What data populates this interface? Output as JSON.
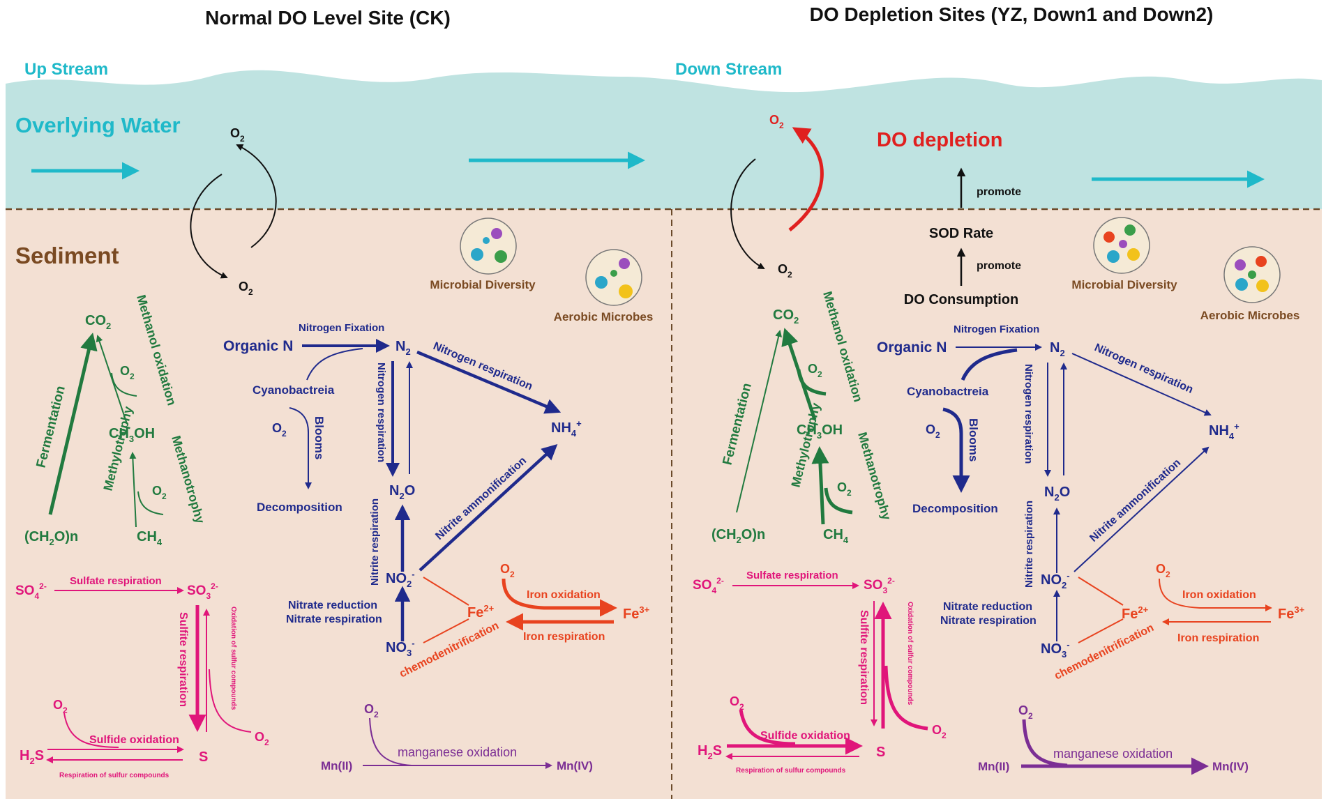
{
  "titles": {
    "left": "Normal DO Level Site (CK)",
    "right": "DO Depletion Sites (YZ, Down1 and Down2)"
  },
  "water": {
    "upstream": "Up Stream",
    "downstream": "Down Stream",
    "overlying": "Overlying Water",
    "sediment": "Sediment",
    "do_depletion": "DO depletion"
  },
  "common": {
    "o2": "O",
    "two": "2",
    "three": "3",
    "four": "4"
  },
  "sod": {
    "promote": "promote",
    "sod_rate": "SOD Rate",
    "do_consumption": "DO Consumption"
  },
  "microbes": {
    "diversity": "Microbial Diversity",
    "aerobic": "Aerobic Microbes"
  },
  "carbon": {
    "co": "CO",
    "methanol_oxidation": "Methanol oxidation",
    "fermentation": "Fermentation",
    "methylotrophy": "Methylotrophy",
    "ch3oh_a": "CH",
    "ch3oh_b": "OH",
    "methanotrophy": "Methanotrophy",
    "ch2on_a": "(CH",
    "ch2on_b": "O)n",
    "ch": "CH"
  },
  "nitrogen": {
    "organic_n": "Organic N",
    "nitrogen_fixation": "Nitrogen Fixation",
    "n": "N",
    "nitrogen_respiration": "Nitrogen respiration",
    "nh": "NH",
    "nh_sup": "+",
    "cyanobacteria": "Cyanobactreia",
    "blooms": "Blooms",
    "decomposition": "Decomposition",
    "no": "NO",
    "minus": "-",
    "nitrite_respiration": "Nitrite respiration",
    "nitrite_ammonification": "Nitrite ammonification",
    "nitrate_reduction": "Nitrate reduction",
    "nitrate_respiration": "Nitrate respiration",
    "n2o_o": "O"
  },
  "iron": {
    "fe": "Fe",
    "fe2": "2+",
    "fe3": "3+",
    "iron_oxidation": "Iron oxidation",
    "iron_respiration": "Iron respiration",
    "chemodenitrification": "chemodenitrification"
  },
  "sulfur": {
    "so": "SO",
    "so4_sup": "2-",
    "so3_sup": "2-",
    "sulfate_respiration": "Sulfate respiration",
    "sulfite_respiration": "Sulfite respiration",
    "oxidation_sulfur": "Oxidation of sulfur compounds",
    "h": "H",
    "s_suffix": "S",
    "s": "S",
    "sulfide_oxidation": "Sulfide oxidation",
    "respiration_sulfur": "Respiration of sulfur compounds"
  },
  "manganese": {
    "mn2": "Mn(II)",
    "mn4": "Mn(IV)",
    "manganese_oxidation": "manganese oxidation"
  },
  "colors": {
    "water": "#bfe3e1",
    "sediment": "#f3e0d3",
    "cyan": "#1fb9c9",
    "brown": "#7a4a22",
    "green": "#217a3f",
    "navy": "#1f2a8c",
    "pink": "#e0157a",
    "orange": "#e8431f",
    "purple": "#7b2e94",
    "red": "#e0201f",
    "black": "#111111"
  }
}
